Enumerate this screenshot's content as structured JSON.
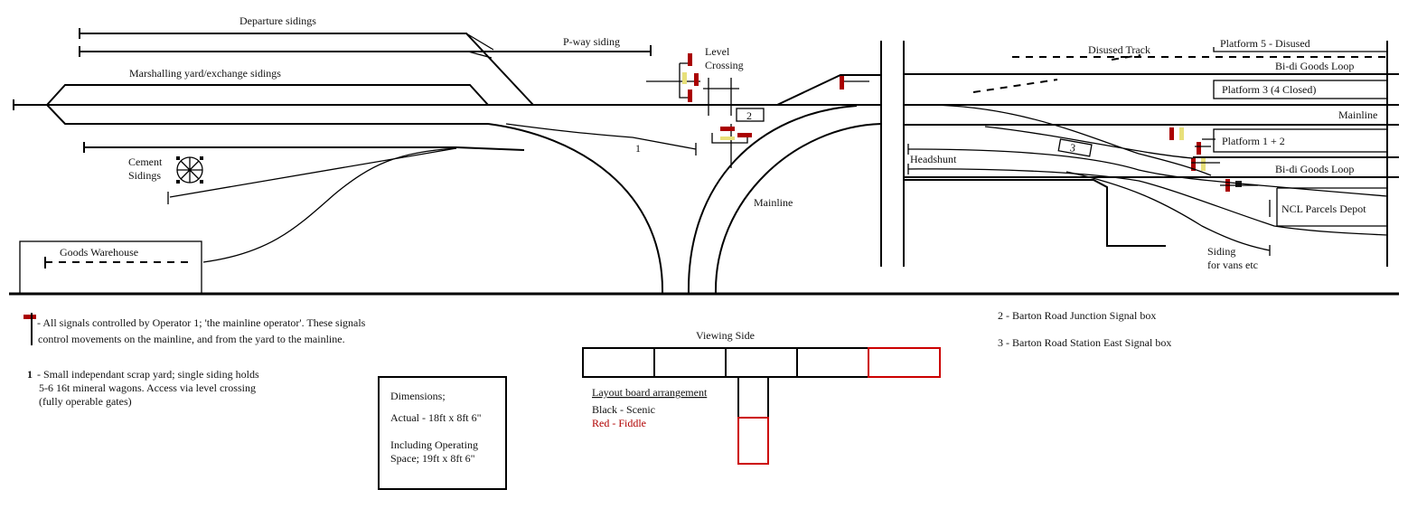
{
  "labels": {
    "departure_sidings": "Departure sidings",
    "pway_siding": "P-way siding",
    "marshalling": "Marshalling yard/exchange sidings",
    "level_crossing_1": "Level",
    "level_crossing_2": "Crossing",
    "box2": "2",
    "scrap_marker": "1",
    "cement_1": "Cement",
    "cement_2": "Sidings",
    "goods_warehouse": "Goods Warehouse",
    "mainline_curve": "Mainline",
    "disused_track": "Disused Track",
    "platform5": "Platform 5 - Disused",
    "bidi_upper": "Bi-di Goods Loop",
    "platform3": "Platform 3 (4 Closed)",
    "mainline_right": "Mainline",
    "platform12": "Platform 1 + 2",
    "box3": "3",
    "headshunt": "Headshunt",
    "bidi_lower": "Bi-di Goods Loop",
    "ncl": "NCL Parcels Depot",
    "siding_vans_1": "Siding",
    "siding_vans_2": "for vans etc"
  },
  "legend": {
    "signal_line1": "- All signals controlled by Operator 1; 'the mainline operator'. These signals",
    "signal_line2": "control movements on the mainline, and from the yard to the mainline.",
    "one_marker": "1",
    "one_line1": "- Small independant scrap yard; single siding holds",
    "one_line2": "5-6 16t mineral wagons. Access via level crossing",
    "one_line3": "(fully operable gates)",
    "dim_title": "Dimensions;",
    "dim_actual": "Actual - 18ft  x  8ft 6\"",
    "dim_incl1": "Including Operating",
    "dim_incl2": "Space;   19ft  x  8ft 6\"",
    "viewing_side": "Viewing Side",
    "board_title": "Layout board arrangement",
    "black_key": "Black - Scenic",
    "red_key": "Red - Fiddle",
    "box2_desc": "2 -  Barton Road Junction Signal box",
    "box3_desc": "3 -  Barton Road Station East Signal box"
  },
  "colors": {
    "signal_red": "#a01a1a",
    "signal_yellow": "#e8e07a",
    "fiddle_red": "#cc0000"
  }
}
